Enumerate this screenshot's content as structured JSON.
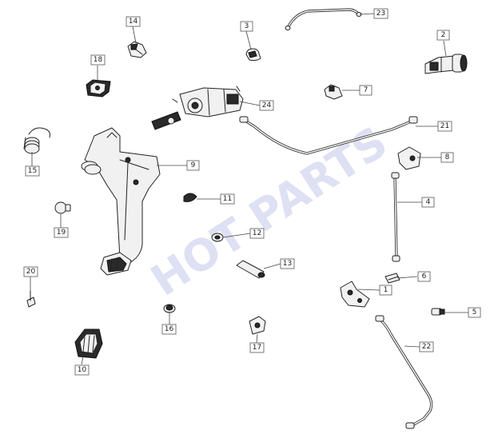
{
  "watermark": "HOT PARTS",
  "callouts": [
    {
      "id": "c1",
      "label": "1"
    },
    {
      "id": "c2",
      "label": "2"
    },
    {
      "id": "c3",
      "label": "3"
    },
    {
      "id": "c4",
      "label": "4"
    },
    {
      "id": "c5",
      "label": "5"
    },
    {
      "id": "c6",
      "label": "6"
    },
    {
      "id": "c7",
      "label": "7"
    },
    {
      "id": "c8",
      "label": "8"
    },
    {
      "id": "c9",
      "label": "9"
    },
    {
      "id": "c10",
      "label": "10"
    },
    {
      "id": "c11",
      "label": "11"
    },
    {
      "id": "c12",
      "label": "12"
    },
    {
      "id": "c13",
      "label": "13"
    },
    {
      "id": "c14",
      "label": "14"
    },
    {
      "id": "c15",
      "label": "15"
    },
    {
      "id": "c16",
      "label": "16"
    },
    {
      "id": "c17",
      "label": "17"
    },
    {
      "id": "c18",
      "label": "18"
    },
    {
      "id": "c19",
      "label": "19"
    },
    {
      "id": "c20",
      "label": "20"
    },
    {
      "id": "c21",
      "label": "21"
    },
    {
      "id": "c22",
      "label": "22"
    },
    {
      "id": "c23",
      "label": "23"
    },
    {
      "id": "c24",
      "label": "24"
    }
  ]
}
